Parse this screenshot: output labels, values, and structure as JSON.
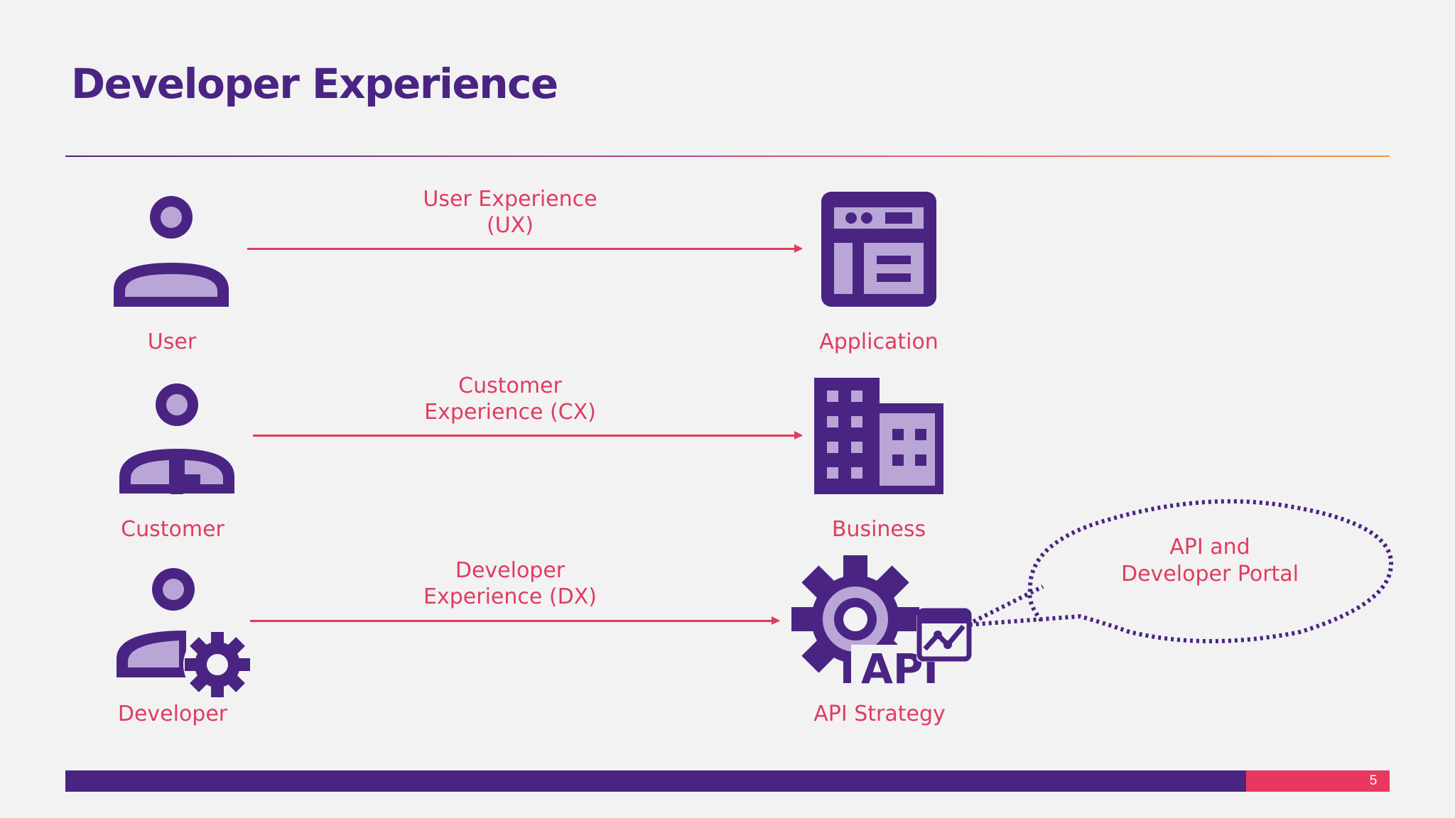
{
  "slide": {
    "title": "Developer Experience",
    "page_number": "5"
  },
  "rows": [
    {
      "actor": "User",
      "experience_line1": "User Experience",
      "experience_line2": "(UX)",
      "target": "Application"
    },
    {
      "actor": "Customer",
      "experience_line1": "Customer",
      "experience_line2": "Experience (CX)",
      "target": "Business"
    },
    {
      "actor": "Developer",
      "experience_line1": "Developer",
      "experience_line2": "Experience (DX)",
      "target": "API Strategy"
    }
  ],
  "callout": {
    "line1": "API and",
    "line2": "Developer Portal"
  },
  "icons": {
    "user": "user-icon",
    "customer": "customer-icon",
    "developer": "developer-gear-icon",
    "application": "application-window-icon",
    "business": "office-building-icon",
    "api": "api-gear-icon",
    "api_text": "API"
  },
  "colors": {
    "primary": "#4a2483",
    "accent": "#e03c5f",
    "icon_fill": "#b9a6d6",
    "background": "#f2f2f3"
  }
}
